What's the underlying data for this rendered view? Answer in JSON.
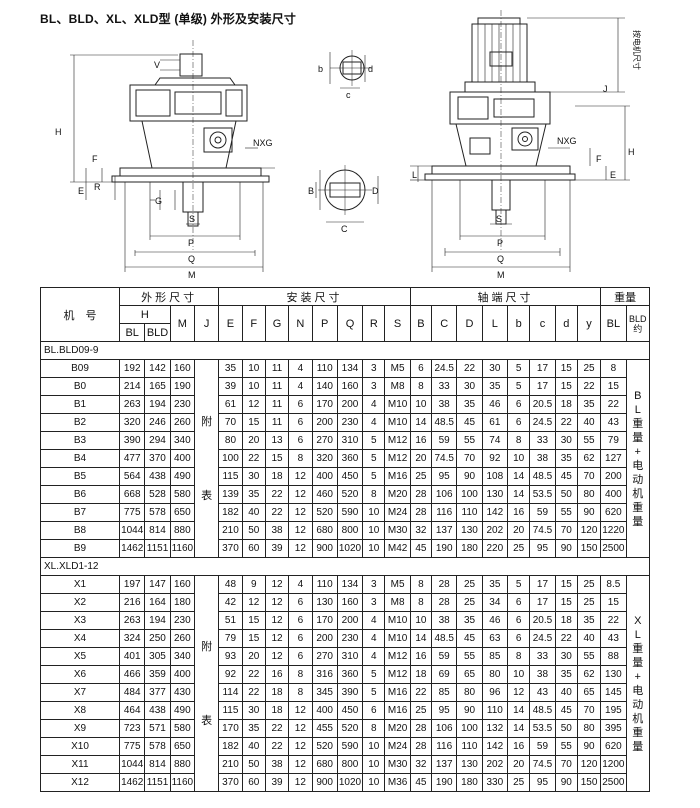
{
  "title": "BL、BLD、XL、XLD型 (单级) 外形及安装尺寸",
  "drawing_labels": {
    "H": "H",
    "V": "V",
    "F": "F",
    "E": "E",
    "R": "R",
    "G": "G",
    "S": "S",
    "P": "P",
    "Q": "Q",
    "M": "M",
    "NXG": "NXG",
    "J": "J",
    "b": "b",
    "c": "c",
    "d": "d",
    "B": "B",
    "C": "C",
    "D": "D",
    "L": "L",
    "motor_size": "按电机尺寸"
  },
  "headers": {
    "model": "机　号",
    "outline": "外形尺寸",
    "install": "安装尺寸",
    "shaft": "轴端尺寸",
    "weight": "重量",
    "H": "H",
    "BL": "BL",
    "BLD": "BLD",
    "M": "M",
    "J": "J",
    "install_cols": [
      "E",
      "F",
      "G",
      "N",
      "P",
      "Q",
      "R",
      "S"
    ],
    "shaft_cols": [
      "B",
      "C",
      "D",
      "L",
      "b",
      "c",
      "d",
      "y"
    ],
    "w_BL": "BL",
    "w_BLD": "BLD约"
  },
  "bl_section": {
    "label": "BL.BLD09-9",
    "j_text": "附表",
    "note": "BL重量+电动机重量",
    "rows": [
      [
        "B09",
        "192",
        "142",
        "160",
        "35",
        "10",
        "11",
        "4",
        "110",
        "134",
        "3",
        "M5",
        "6",
        "24.5",
        "22",
        "30",
        "5",
        "17",
        "15",
        "25",
        "8"
      ],
      [
        "B0",
        "214",
        "165",
        "190",
        "39",
        "10",
        "11",
        "4",
        "140",
        "160",
        "3",
        "M8",
        "8",
        "33",
        "30",
        "35",
        "5",
        "17",
        "15",
        "22",
        "15"
      ],
      [
        "B1",
        "263",
        "194",
        "230",
        "61",
        "12",
        "11",
        "6",
        "170",
        "200",
        "4",
        "M10",
        "10",
        "38",
        "35",
        "46",
        "6",
        "20.5",
        "18",
        "35",
        "22"
      ],
      [
        "B2",
        "320",
        "246",
        "260",
        "70",
        "15",
        "11",
        "6",
        "200",
        "230",
        "4",
        "M10",
        "14",
        "48.5",
        "45",
        "61",
        "6",
        "24.5",
        "22",
        "40",
        "43"
      ],
      [
        "B3",
        "390",
        "294",
        "340",
        "80",
        "20",
        "13",
        "6",
        "270",
        "310",
        "5",
        "M12",
        "16",
        "59",
        "55",
        "74",
        "8",
        "33",
        "30",
        "55",
        "79"
      ],
      [
        "B4",
        "477",
        "370",
        "400",
        "100",
        "22",
        "15",
        "8",
        "320",
        "360",
        "5",
        "M12",
        "20",
        "74.5",
        "70",
        "92",
        "10",
        "38",
        "35",
        "62",
        "127"
      ],
      [
        "B5",
        "564",
        "438",
        "490",
        "115",
        "30",
        "18",
        "12",
        "400",
        "450",
        "5",
        "M16",
        "25",
        "95",
        "90",
        "108",
        "14",
        "48.5",
        "45",
        "70",
        "200"
      ],
      [
        "B6",
        "668",
        "528",
        "580",
        "139",
        "35",
        "22",
        "12",
        "460",
        "520",
        "8",
        "M20",
        "28",
        "106",
        "100",
        "130",
        "14",
        "53.5",
        "50",
        "80",
        "400"
      ],
      [
        "B7",
        "775",
        "578",
        "650",
        "182",
        "40",
        "22",
        "12",
        "520",
        "590",
        "10",
        "M24",
        "28",
        "116",
        "110",
        "142",
        "16",
        "59",
        "55",
        "90",
        "620"
      ],
      [
        "B8",
        "1044",
        "814",
        "880",
        "210",
        "50",
        "38",
        "12",
        "680",
        "800",
        "10",
        "M30",
        "32",
        "137",
        "130",
        "202",
        "20",
        "74.5",
        "70",
        "120",
        "1220"
      ],
      [
        "B9",
        "1462",
        "1151",
        "1160",
        "370",
        "60",
        "39",
        "12",
        "900",
        "1020",
        "10",
        "M42",
        "45",
        "190",
        "180",
        "220",
        "25",
        "95",
        "90",
        "150",
        "2500"
      ]
    ]
  },
  "xl_section": {
    "label": "XL.XLD1-12",
    "j_text": "附表",
    "note": "XL重量+电动机重量",
    "rows": [
      [
        "X1",
        "197",
        "147",
        "160",
        "48",
        "9",
        "12",
        "4",
        "110",
        "134",
        "3",
        "M5",
        "8",
        "28",
        "25",
        "35",
        "5",
        "17",
        "15",
        "25",
        "8.5"
      ],
      [
        "X2",
        "216",
        "164",
        "180",
        "42",
        "12",
        "12",
        "6",
        "130",
        "160",
        "3",
        "M8",
        "8",
        "28",
        "25",
        "34",
        "6",
        "17",
        "15",
        "25",
        "15"
      ],
      [
        "X3",
        "263",
        "194",
        "230",
        "51",
        "15",
        "12",
        "6",
        "170",
        "200",
        "4",
        "M10",
        "10",
        "38",
        "35",
        "46",
        "6",
        "20.5",
        "18",
        "35",
        "22"
      ],
      [
        "X4",
        "324",
        "250",
        "260",
        "79",
        "15",
        "12",
        "6",
        "200",
        "230",
        "4",
        "M10",
        "14",
        "48.5",
        "45",
        "63",
        "6",
        "24.5",
        "22",
        "40",
        "43"
      ],
      [
        "X5",
        "401",
        "305",
        "340",
        "93",
        "20",
        "12",
        "6",
        "270",
        "310",
        "4",
        "M12",
        "16",
        "59",
        "55",
        "85",
        "8",
        "33",
        "30",
        "55",
        "88"
      ],
      [
        "X6",
        "466",
        "359",
        "400",
        "92",
        "22",
        "16",
        "8",
        "316",
        "360",
        "5",
        "M12",
        "18",
        "69",
        "65",
        "80",
        "10",
        "38",
        "35",
        "62",
        "130"
      ],
      [
        "X7",
        "484",
        "377",
        "430",
        "114",
        "22",
        "18",
        "8",
        "345",
        "390",
        "5",
        "M16",
        "22",
        "85",
        "80",
        "96",
        "12",
        "43",
        "40",
        "65",
        "145"
      ],
      [
        "X8",
        "464",
        "438",
        "490",
        "115",
        "30",
        "18",
        "12",
        "400",
        "450",
        "6",
        "M16",
        "25",
        "95",
        "90",
        "110",
        "14",
        "48.5",
        "45",
        "70",
        "195"
      ],
      [
        "X9",
        "723",
        "571",
        "580",
        "170",
        "35",
        "22",
        "12",
        "455",
        "520",
        "8",
        "M20",
        "28",
        "106",
        "100",
        "132",
        "14",
        "53.5",
        "50",
        "80",
        "395"
      ],
      [
        "X10",
        "775",
        "578",
        "650",
        "182",
        "40",
        "22",
        "12",
        "520",
        "590",
        "10",
        "M24",
        "28",
        "116",
        "110",
        "142",
        "16",
        "59",
        "55",
        "90",
        "620"
      ],
      [
        "X11",
        "1044",
        "814",
        "880",
        "210",
        "50",
        "38",
        "12",
        "680",
        "800",
        "10",
        "M30",
        "32",
        "137",
        "130",
        "202",
        "20",
        "74.5",
        "70",
        "120",
        "1200"
      ],
      [
        "X12",
        "1462",
        "1151",
        "1160",
        "370",
        "60",
        "39",
        "12",
        "900",
        "1020",
        "10",
        "M36",
        "45",
        "190",
        "180",
        "330",
        "25",
        "95",
        "90",
        "150",
        "2500"
      ]
    ]
  }
}
